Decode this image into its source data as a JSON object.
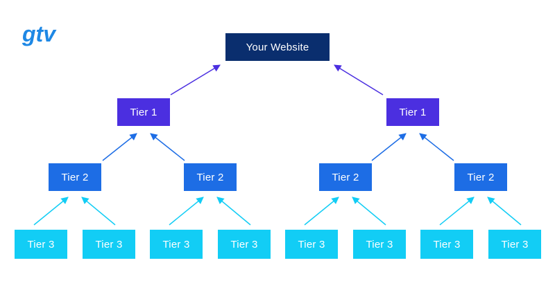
{
  "logo": {
    "text": "gtv"
  },
  "colors": {
    "root": "#0a2e6e",
    "tier1": "#4b2fe0",
    "tier2": "#1d6de5",
    "tier3": "#12cdf5"
  },
  "root": {
    "label": "Your Website"
  },
  "tier1": [
    {
      "label": "Tier 1"
    },
    {
      "label": "Tier 1"
    }
  ],
  "tier2": [
    {
      "label": "Tier 2"
    },
    {
      "label": "Tier 2"
    },
    {
      "label": "Tier 2"
    },
    {
      "label": "Tier 2"
    }
  ],
  "tier3": [
    {
      "label": "Tier 3"
    },
    {
      "label": "Tier 3"
    },
    {
      "label": "Tier 3"
    },
    {
      "label": "Tier 3"
    },
    {
      "label": "Tier 3"
    },
    {
      "label": "Tier 3"
    },
    {
      "label": "Tier 3"
    },
    {
      "label": "Tier 3"
    }
  ]
}
